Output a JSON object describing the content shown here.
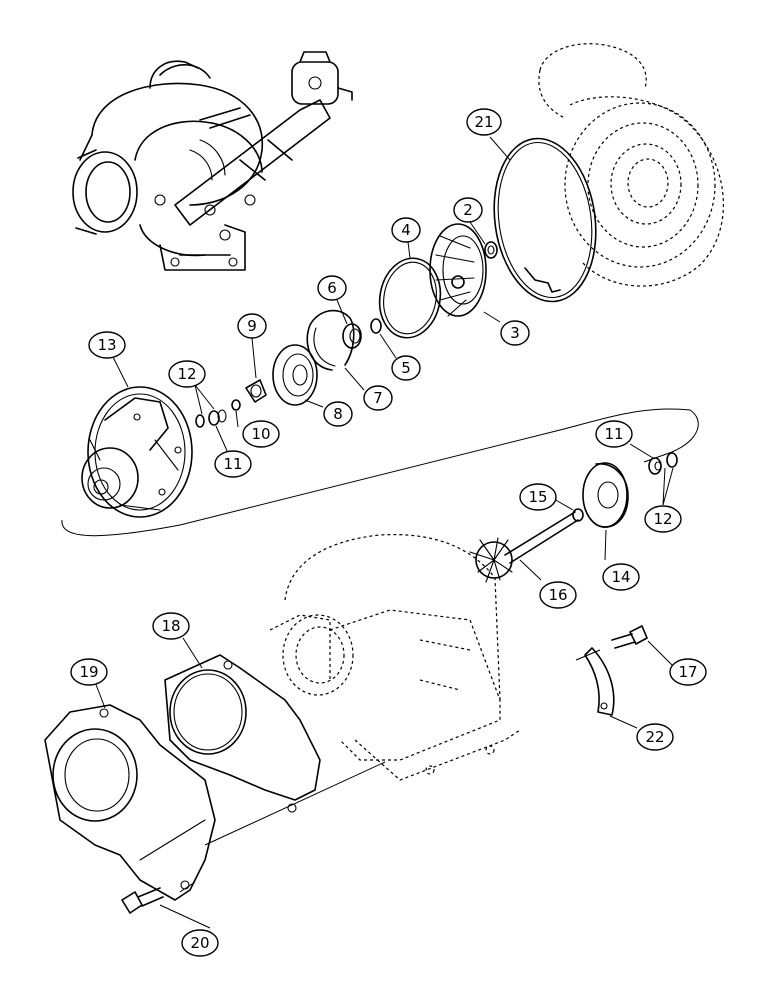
{
  "callouts": [
    {
      "id": "c21",
      "label": "21",
      "part": "retaining ring (large)"
    },
    {
      "id": "c2",
      "label": "2",
      "part": "nut"
    },
    {
      "id": "c4",
      "label": "4",
      "part": "o-ring"
    },
    {
      "id": "c3",
      "label": "3",
      "part": "compressor wheel"
    },
    {
      "id": "c6",
      "label": "6",
      "part": "sleeve"
    },
    {
      "id": "c5",
      "label": "5",
      "part": "seal ring"
    },
    {
      "id": "c9",
      "label": "9",
      "part": "thrust collar"
    },
    {
      "id": "c7",
      "label": "7",
      "part": "snap ring"
    },
    {
      "id": "c8",
      "label": "8",
      "part": "insert"
    },
    {
      "id": "c13",
      "label": "13",
      "part": "center housing"
    },
    {
      "id": "c12a",
      "label": "12",
      "part": "retaining ring"
    },
    {
      "id": "c10",
      "label": "10",
      "part": "thrust bearing"
    },
    {
      "id": "c11a",
      "label": "11",
      "part": "bearing"
    },
    {
      "id": "c11b",
      "label": "11",
      "part": "bearing"
    },
    {
      "id": "c12b",
      "label": "12",
      "part": "retaining ring"
    },
    {
      "id": "c15",
      "label": "15",
      "part": "piston ring"
    },
    {
      "id": "c14",
      "label": "14",
      "part": "heat shield"
    },
    {
      "id": "c16",
      "label": "16",
      "part": "turbine wheel & shaft"
    },
    {
      "id": "c18",
      "label": "18",
      "part": "gasket"
    },
    {
      "id": "c19",
      "label": "19",
      "part": "elbow"
    },
    {
      "id": "c17",
      "label": "17",
      "part": "bolt"
    },
    {
      "id": "c22",
      "label": "22",
      "part": "clamp plate"
    },
    {
      "id": "c20",
      "label": "20",
      "part": "bolt"
    }
  ]
}
